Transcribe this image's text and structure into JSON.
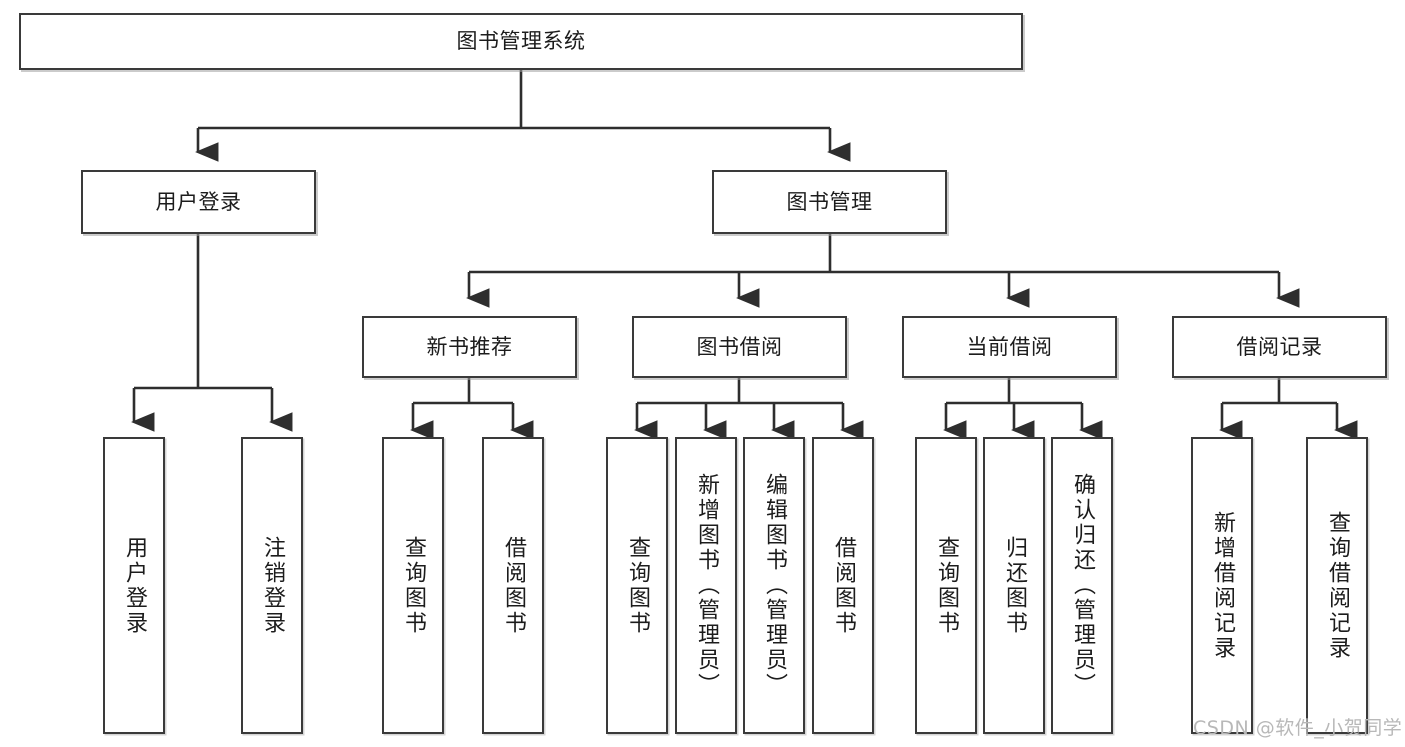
{
  "diagram": {
    "title": "图书管理系统",
    "type": "functional-structure-tree",
    "watermark": "CSDN @软件_小贺同学",
    "colors": {
      "border": "#3a3a3a",
      "background": "#ffffff",
      "text": "#1c1c1c",
      "edge": "#2e2e2e",
      "watermark": "#b8b8b8"
    },
    "nodes": {
      "root": {
        "label": "图书管理系统"
      },
      "level2": [
        {
          "id": "user-login",
          "label": "用户登录"
        },
        {
          "id": "book-management",
          "label": "图书管理"
        }
      ],
      "level3": [
        {
          "id": "new-book-recommend",
          "label": "新书推荐"
        },
        {
          "id": "book-borrow",
          "label": "图书借阅"
        },
        {
          "id": "current-borrow",
          "label": "当前借阅"
        },
        {
          "id": "borrow-record",
          "label": "借阅记录"
        }
      ],
      "leaves": {
        "user-login": [
          {
            "id": "leaf-user-login",
            "label": "用户登录"
          },
          {
            "id": "leaf-user-logout",
            "label": "注销登录"
          }
        ],
        "new-book-recommend": [
          {
            "id": "leaf-query-book-1",
            "label": "查询图书"
          },
          {
            "id": "leaf-borrow-book-1",
            "label": "借阅图书"
          }
        ],
        "book-borrow": [
          {
            "id": "leaf-query-book-2",
            "label": "查询图书"
          },
          {
            "id": "leaf-add-book",
            "label": "新增图书（管理员）"
          },
          {
            "id": "leaf-edit-book",
            "label": "编辑图书（管理员）"
          },
          {
            "id": "leaf-borrow-book-2",
            "label": "借阅图书"
          }
        ],
        "current-borrow": [
          {
            "id": "leaf-query-book-3",
            "label": "查询图书"
          },
          {
            "id": "leaf-return-book",
            "label": "归还图书"
          },
          {
            "id": "leaf-confirm-return",
            "label": "确认归还（管理员）"
          }
        ],
        "borrow-record": [
          {
            "id": "leaf-add-record",
            "label": "新增借阅记录"
          },
          {
            "id": "leaf-query-record",
            "label": "查询借阅记录"
          }
        ]
      }
    }
  }
}
